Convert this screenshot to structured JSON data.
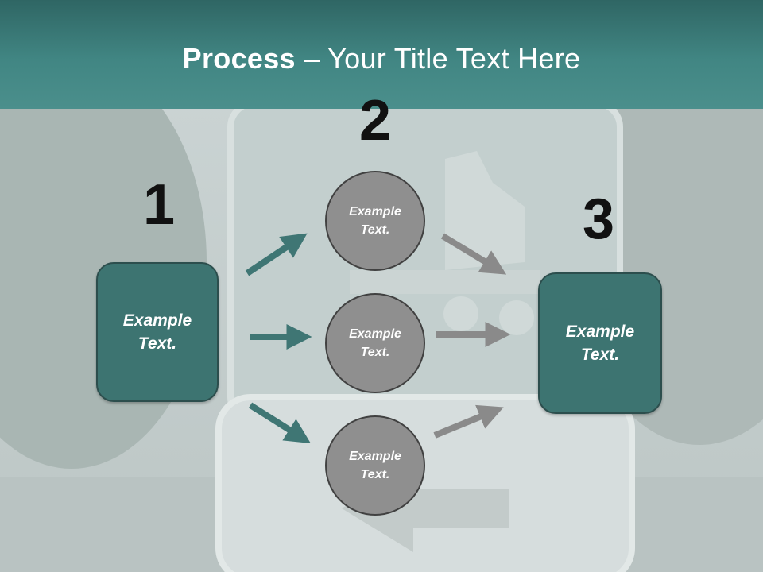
{
  "title": {
    "strong": "Process",
    "rest": " – Your Title Text Here"
  },
  "steps": [
    {
      "number": "1",
      "text": "Example\nText."
    },
    {
      "number": "2",
      "items": [
        "Example\nText.",
        "Example\nText.",
        "Example\nText."
      ]
    },
    {
      "number": "3",
      "text": "Example\nText."
    }
  ],
  "colors": {
    "header": "#418683",
    "box_fill": "#3d7471",
    "circle_fill": "#8f8f8f",
    "arrow_in": "#3f7674",
    "arrow_out": "#8a8a8a"
  }
}
